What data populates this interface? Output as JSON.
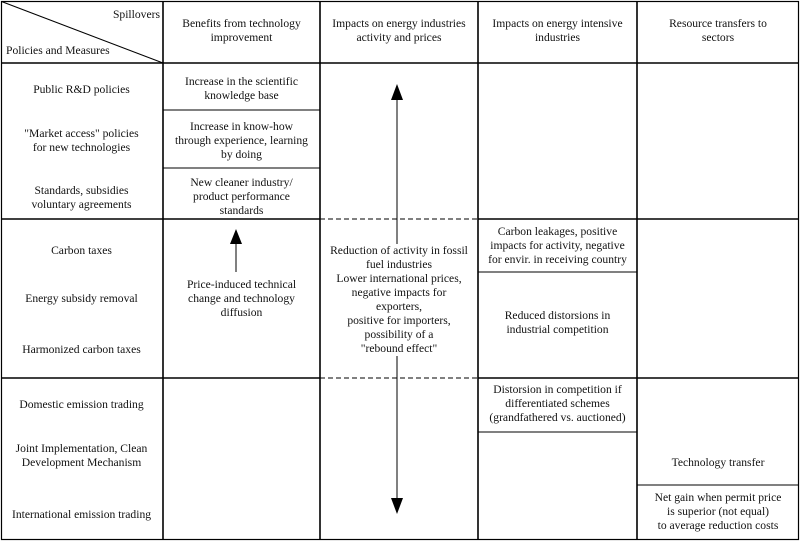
{
  "corner": {
    "top_label": "Spillovers",
    "bottom_label": "Policies and Measures"
  },
  "headers": {
    "col1": [
      "Benefits from technology",
      "improvement"
    ],
    "col2": [
      "Impacts on energy industries",
      "activity and prices"
    ],
    "col3": [
      "Impacts on energy intensive",
      "industries"
    ],
    "col4": [
      "Resource transfers to",
      "sectors"
    ]
  },
  "policies": [
    [
      "Public R&D policies"
    ],
    [
      "\"Market access\" policies",
      "for new technologies"
    ],
    [
      "Standards, subsidies",
      "voluntary agreements"
    ],
    [
      "Carbon taxes"
    ],
    [
      "Energy subsidy removal"
    ],
    [
      "Harmonized carbon taxes"
    ],
    [
      "Domestic emission trading"
    ],
    [
      "Joint Implementation, Clean",
      "Development Mechanism"
    ],
    [
      "International emission trading"
    ]
  ],
  "benefits": {
    "science": [
      "Increase in the scientific",
      "knowledge base"
    ],
    "knowhow": [
      "Increase in know-how",
      "through experience, learning",
      "by doing"
    ],
    "standards": [
      "New cleaner industry/",
      "product performance",
      "standards"
    ],
    "price_induced": [
      "Price-induced technical",
      "change and technology",
      "diffusion"
    ]
  },
  "energy_impacts": [
    "Reduction of activity in fossil",
    "fuel industries",
    "Lower international prices,",
    "negative impacts for",
    "exporters,",
    "positive for importers,",
    "possibility of a",
    "\"rebound effect\""
  ],
  "intensive": {
    "leakage": [
      "Carbon leakages, positive",
      "impacts for activity, negative",
      "for envir. in receiving country"
    ],
    "distortion_reduced": [
      "Reduced distorsions in",
      "industrial competition"
    ],
    "distortion_trading": [
      "Distorsion in competition if",
      "differentiated schemes",
      "(grandfathered vs. auctioned)"
    ]
  },
  "transfers": {
    "technology": [
      "Technology transfer"
    ],
    "net_gain": [
      "Net gain when permit price",
      "is superior (not equal)",
      "to average reduction costs"
    ]
  }
}
